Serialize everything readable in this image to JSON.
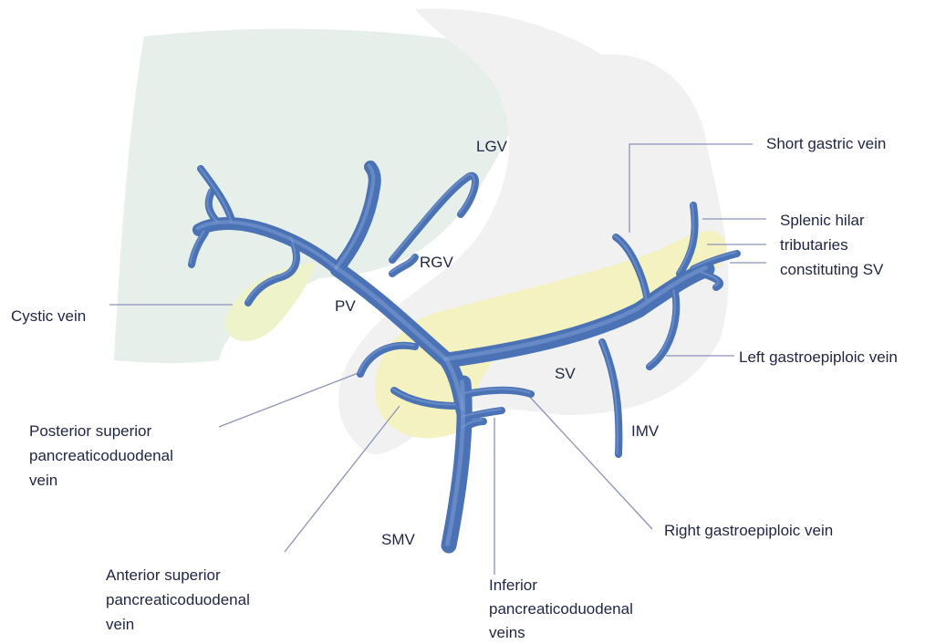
{
  "colors": {
    "vein": "#4a72b5",
    "vein_highlight": "#7f9fd4",
    "vein_outline": "#2f4f8f",
    "liver": "#e7efea",
    "stomach": "#f1f1f1",
    "pancreas": "#f4f1bf",
    "gallbladder": "#eef3c9",
    "leader": "#8a93b8",
    "text": "#1f2544"
  },
  "abbreviations": {
    "lgv": "LGV",
    "rgv": "RGV",
    "pv": "PV",
    "sv": "SV",
    "imv": "IMV",
    "smv": "SMV"
  },
  "callouts": {
    "cystic_vein": "Cystic vein",
    "short_gastric_vein": "Short gastric vein",
    "splenic_hilar_1": "Splenic hilar",
    "splenic_hilar_2": "tributaries",
    "splenic_hilar_3": "constituting SV",
    "left_gastroepiploic_vein": "Left gastroepiploic vein",
    "pspd_1": "Posterior superior",
    "pspd_2": "pancreaticoduodenal",
    "pspd_3": "vein",
    "right_gastroepiploic_vein": "Right gastroepiploic vein",
    "aspd_1": "Anterior superior",
    "aspd_2": "pancreaticoduodenal",
    "aspd_3": "vein",
    "ipd_1": "Inferior",
    "ipd_2": "pancreaticoduodenal",
    "ipd_3": "veins"
  }
}
